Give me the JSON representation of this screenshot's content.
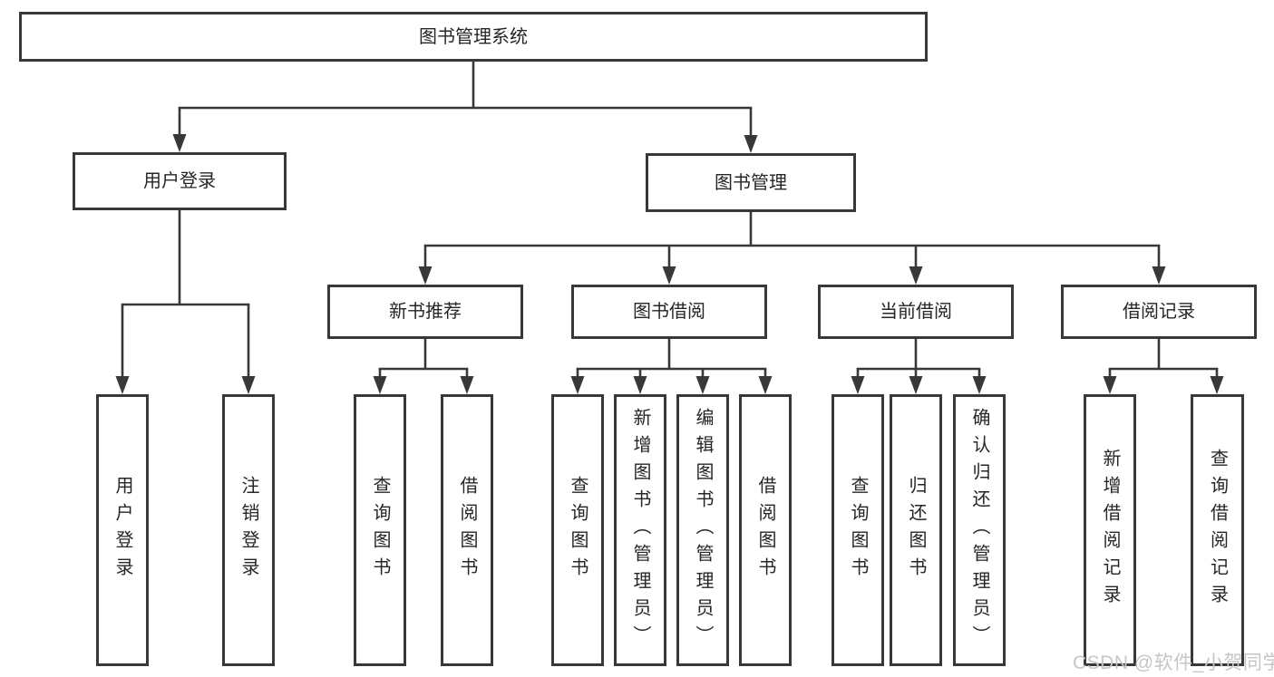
{
  "diagram": {
    "watermark": "CSDN @软件_小贺同学",
    "colors": {
      "line": "#383838",
      "text": "#262626",
      "watermark": "#c6c6c6",
      "background": "#ffffff"
    },
    "nodes": {
      "root": "图书管理系统",
      "user_login": "用户登录",
      "book_mgmt": "图书管理",
      "new_rec": "新书推荐",
      "borrow": "图书借阅",
      "current": "当前借阅",
      "records": "借阅记录",
      "leaf_user_login": "用户登录",
      "leaf_logout": "注销登录",
      "leaf_rec_query": "查询图书",
      "leaf_rec_borrow": "借阅图书",
      "leaf_bor_query": "查询图书",
      "leaf_bor_add": "新增图书（管理员）",
      "leaf_bor_edit": "编辑图书（管理员）",
      "leaf_bor_borrow": "借阅图书",
      "leaf_cur_query": "查询图书",
      "leaf_cur_return": "归还图书",
      "leaf_cur_confirm": "确认归还（管理员）",
      "leaf_rcd_add": "新增借阅记录",
      "leaf_rcd_query": "查询借阅记录"
    },
    "hierarchy": {
      "图书管理系统": {
        "用户登录": [
          "用户登录",
          "注销登录"
        ],
        "图书管理": {
          "新书推荐": [
            "查询图书",
            "借阅图书"
          ],
          "图书借阅": [
            "查询图书",
            "新增图书（管理员）",
            "编辑图书（管理员）",
            "借阅图书"
          ],
          "当前借阅": [
            "查询图书",
            "归还图书",
            "确认归还（管理员）"
          ],
          "借阅记录": [
            "新增借阅记录",
            "查询借阅记录"
          ]
        }
      }
    }
  }
}
